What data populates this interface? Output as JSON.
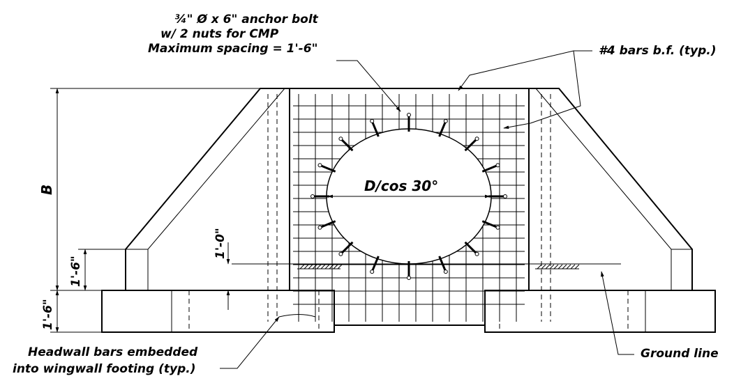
{
  "annotations": {
    "anchor_bolt_line1": "¾\" Ø x 6\" anchor bolt",
    "anchor_bolt_line2": "w/ 2 nuts for CMP",
    "anchor_bolt_line3": "Maximum spacing = 1'-6\"",
    "bars_bf": "#4 bars b.f. (typ.)",
    "headwall_line1": "Headwall bars embedded",
    "headwall_line2": "into wingwall footing (typ.)",
    "ground_line": "Ground line",
    "pipe_dimension": "D/cos 30°"
  },
  "dimensions": {
    "height_b": "B",
    "wall_height": "1'-6\"",
    "footing_height": "1'-6\"",
    "cover": "1'-0\""
  },
  "colors": {
    "line": "#000000",
    "background": "#ffffff"
  }
}
